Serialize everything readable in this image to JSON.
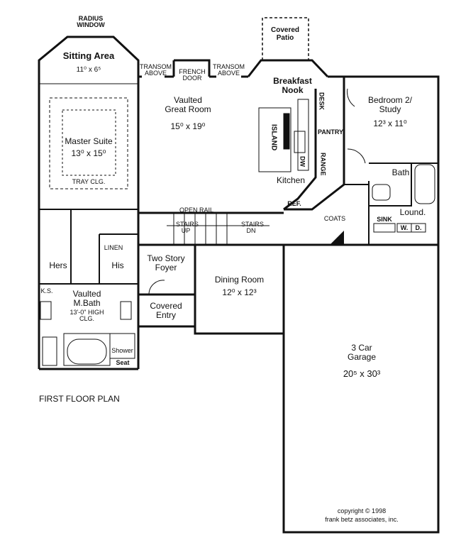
{
  "plan": {
    "title": "FIRST FLOOR PLAN",
    "copyright_line1": "copyright © 1998",
    "copyright_line2": "frank betz associates, inc."
  },
  "rooms": {
    "radius_window": "RADIUS\nWINDOW",
    "sitting_area": "Sitting Area",
    "sitting_dim": "11⁰ x 6⁵",
    "master_suite": "Master Suite",
    "master_dim": "13⁰ x 15⁰",
    "tray_clg": "TRAY CLG.",
    "hers": "Hers",
    "his": "His",
    "linen": "LINEN",
    "ks": "K.S.",
    "vaulted_mbath": "Vaulted\nM.Bath",
    "mbath_note": "13'-0\" HIGH\nCLG.",
    "shower": "Shower",
    "seat": "Seat",
    "transom_left": "TRANSOM\nABOVE",
    "french_door": "FRENCH\nDOOR",
    "transom_right": "TRANSOM\nABOVE",
    "great_room": "Vaulted\nGreat Room",
    "great_dim": "15⁰ x 19⁰",
    "covered_patio": "Covered\nPatio",
    "breakfast_nook": "Breakfast\nNook",
    "desk": "DESK",
    "pantry": "PANTRY",
    "island": "ISLAND",
    "dw": "DW",
    "range": "RANGE",
    "kitchen": "Kitchen",
    "ref": "REF.",
    "bedroom2": "Bedroom 2/\nStudy",
    "bedroom2_dim": "12³ x 11⁰",
    "bath": "Bath",
    "laund": "Lound.",
    "coats": "COATS",
    "sink": "SINK",
    "w": "W.",
    "d": "D.",
    "open_rail": "OPEN RAIL",
    "stairs_up": "STAIRS\nUP",
    "stairs_dn": "STAIRS\nDN",
    "two_story_foyer": "Two Story\nFoyer",
    "covered_entry": "Covered\nEntry",
    "dining_room": "Dining Room",
    "dining_dim": "12⁰ x 12³",
    "garage": "3 Car\nGarage",
    "garage_dim": "20⁵ x 30³"
  },
  "colors": {
    "wall": "#111111",
    "fill": "#ffffff"
  }
}
